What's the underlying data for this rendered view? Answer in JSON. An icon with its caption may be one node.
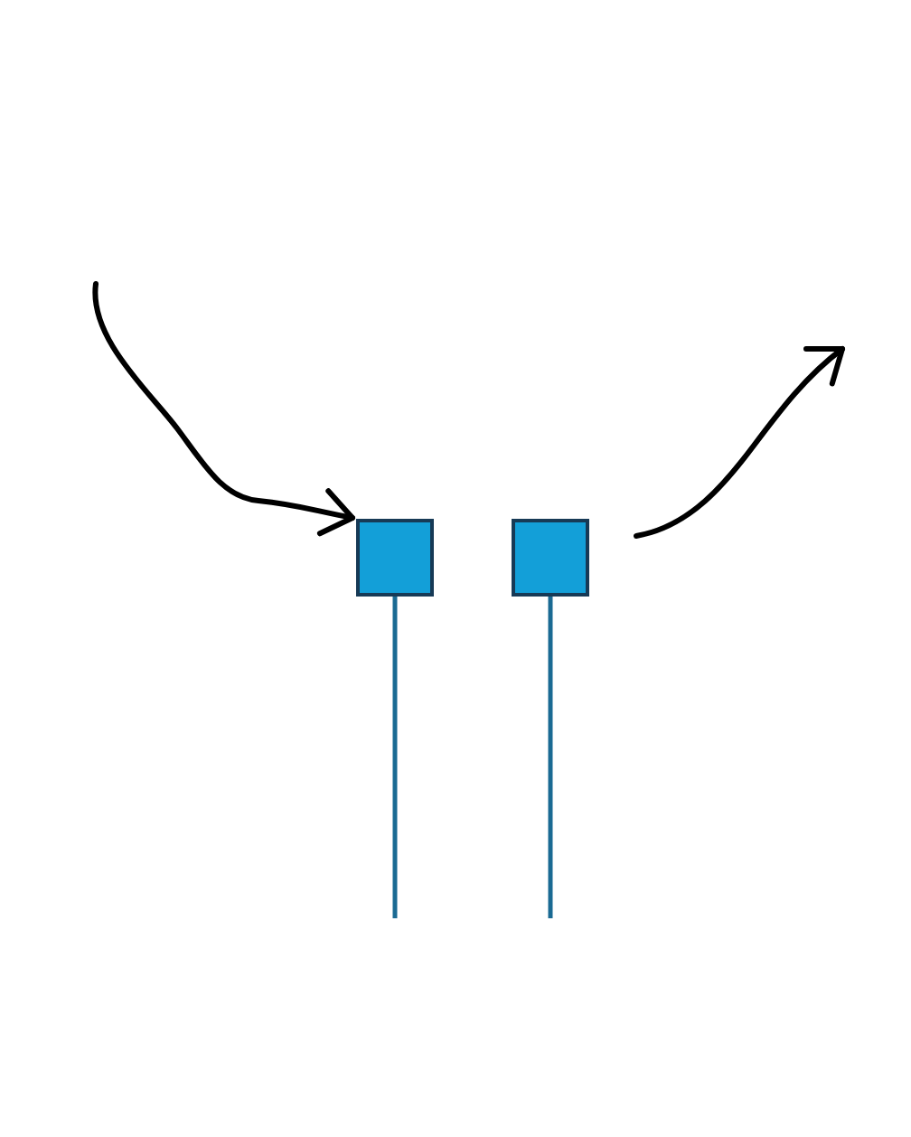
{
  "diagram": {
    "nodes": [
      {
        "text": [],
        "shape": "box"
      },
      {
        "text": [],
        "shape": "box"
      }
    ],
    "edges": [
      {
        "from": null,
        "to": 0,
        "arrow": "to"
      },
      {
        "from": 1,
        "to": null,
        "arrow": "to"
      }
    ]
  }
}
